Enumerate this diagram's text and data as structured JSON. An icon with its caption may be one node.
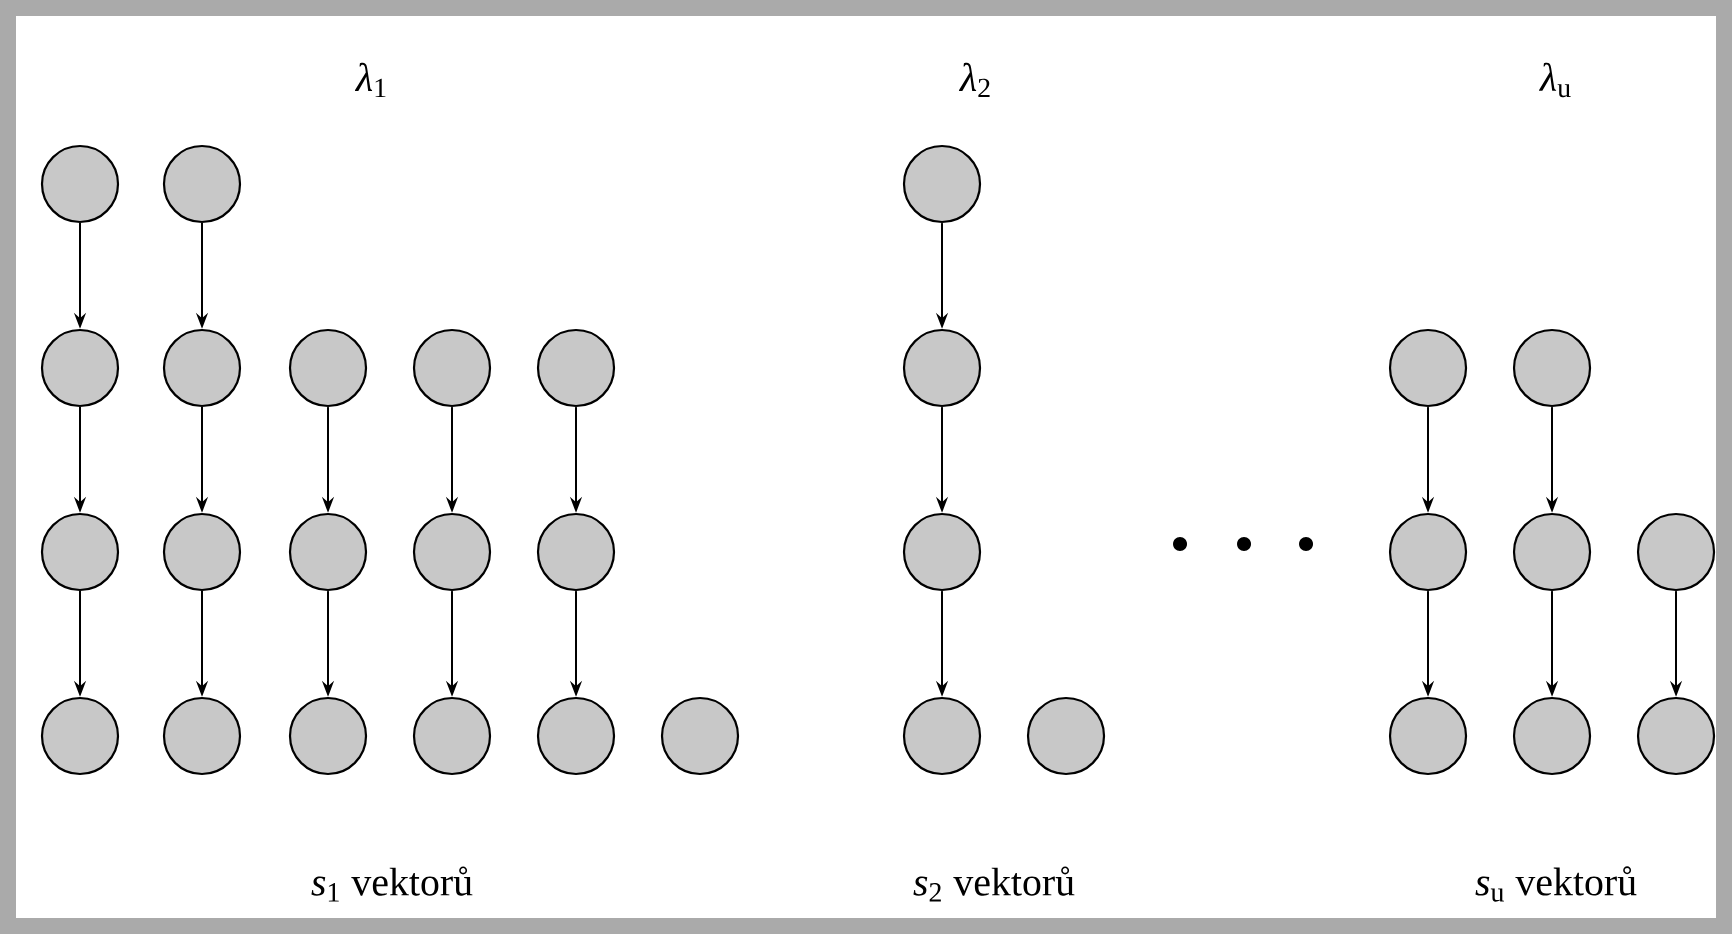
{
  "diagram": {
    "nodes": [
      {
        "text": [],
        "shape": "circle"
      },
      {
        "text": [],
        "shape": "circle"
      },
      {
        "text": [],
        "shape": "circle"
      },
      {
        "text": [],
        "shape": "circle"
      },
      {
        "text": [],
        "shape": "circle"
      },
      {
        "text": [],
        "shape": "circle"
      },
      {
        "text": [],
        "shape": "circle"
      },
      {
        "text": [],
        "shape": "circle"
      },
      {
        "text": [],
        "shape": "circle"
      },
      {
        "text": [],
        "shape": "circle"
      },
      {
        "text": [],
        "shape": "circle"
      },
      {
        "text": [],
        "shape": "circle"
      },
      {
        "text": [],
        "shape": "circle"
      },
      {
        "text": [],
        "shape": "circle"
      },
      {
        "text": [],
        "shape": "circle"
      },
      {
        "text": [],
        "shape": "circle"
      },
      {
        "text": [],
        "shape": "circle"
      },
      {
        "text": [],
        "shape": "circle"
      },
      {
        "text": [],
        "shape": "circle"
      },
      {
        "text": [],
        "shape": "circle"
      },
      {
        "text": [],
        "shape": "circle"
      },
      {
        "text": [],
        "shape": "circle"
      },
      {
        "text": [],
        "shape": "circle"
      },
      {
        "text": [],
        "shape": "circle"
      },
      {
        "text": [],
        "shape": "circle"
      },
      {
        "text": [],
        "shape": "circle"
      },
      {
        "text": [],
        "shape": "circle"
      },
      {
        "text": [],
        "shape": "circle"
      },
      {
        "text": [],
        "shape": "circle"
      },
      {
        "text": [],
        "shape": "circle"
      },
      {
        "text": [],
        "shape": "circle"
      }
    ],
    "edges": [
      {
        "from": 0,
        "to": 3,
        "arrow": "to"
      },
      {
        "from": 1,
        "to": 4,
        "arrow": "to"
      },
      {
        "from": 2,
        "to": 8,
        "arrow": "to"
      },
      {
        "from": 3,
        "to": 11,
        "arrow": "to"
      },
      {
        "from": 4,
        "to": 12,
        "arrow": "to"
      },
      {
        "from": 5,
        "to": 13,
        "arrow": "to"
      },
      {
        "from": 6,
        "to": 14,
        "arrow": "to"
      },
      {
        "from": 7,
        "to": 15,
        "arrow": "to"
      },
      {
        "from": 8,
        "to": 16,
        "arrow": "to"
      },
      {
        "from": 9,
        "to": 17,
        "arrow": "to"
      },
      {
        "from": 10,
        "to": 18,
        "arrow": "to"
      },
      {
        "from": 11,
        "to": 20,
        "arrow": "to"
      },
      {
        "from": 12,
        "to": 21,
        "arrow": "to"
      },
      {
        "from": 13,
        "to": 22,
        "arrow": "to"
      },
      {
        "from": 14,
        "to": 23,
        "arrow": "to"
      },
      {
        "from": 15,
        "to": 24,
        "arrow": "to"
      },
      {
        "from": 16,
        "to": 26,
        "arrow": "to"
      },
      {
        "from": 17,
        "to": 28,
        "arrow": "to"
      },
      {
        "from": 18,
        "to": 29,
        "arrow": "to"
      },
      {
        "from": 19,
        "to": 30,
        "arrow": "to"
      }
    ],
    "labels": [
      "*λ*$_{1}$",
      "*λ*$_{2}$",
      "*λ*$_{u}$",
      "*s*$_{1}$ vektorů",
      "*s*$_{2}$ vektorů",
      "*s*$_{u}$ vektorů"
    ]
  }
}
